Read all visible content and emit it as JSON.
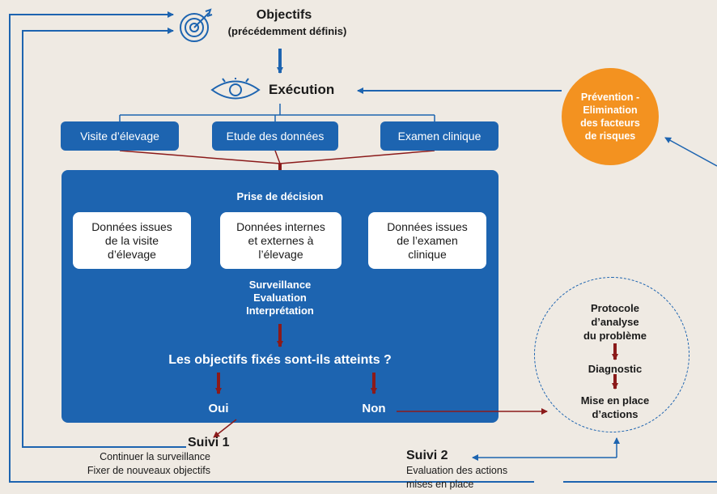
{
  "top": {
    "objectifs_title": "Objectifs",
    "objectifs_sub": "(précédemment définis)",
    "execution": "Exécution"
  },
  "steps": [
    "Visite d’élevage",
    "Etude des données",
    "Examen clinique"
  ],
  "panel": {
    "title": "Prise de décision",
    "boxes": [
      [
        "Données issues",
        "de la visite",
        "d’élevage"
      ],
      [
        "Données internes",
        "et externes à",
        "l’élevage"
      ],
      [
        "Données issues",
        "de l’examen",
        "clinique"
      ]
    ],
    "analysis": [
      "Surveillance",
      "Evaluation",
      "Interprétation"
    ],
    "question": "Les objectifs fixés sont-ils atteints ?",
    "yes": "Oui",
    "no": "Non"
  },
  "prevention": [
    "Prévention -",
    "Elimination",
    "des facteurs",
    "de risques"
  ],
  "circle": {
    "protocol": [
      "Protocole",
      "d’analyse",
      "du problème"
    ],
    "diagnostic": "Diagnostic",
    "actions": [
      "Mise en place",
      "d’actions"
    ]
  },
  "suivi1": {
    "title": "Suivi 1",
    "lines": [
      "Continuer la surveillance",
      "Fixer de nouveaux objectifs"
    ]
  },
  "suivi2": {
    "title": "Suivi 2",
    "lines": [
      "Evaluation des actions",
      "mises en place"
    ]
  },
  "colors": {
    "blue": "#1d64b0",
    "orange": "#f39220",
    "dark_red": "#8b1a1a",
    "background": "#efeae3"
  }
}
